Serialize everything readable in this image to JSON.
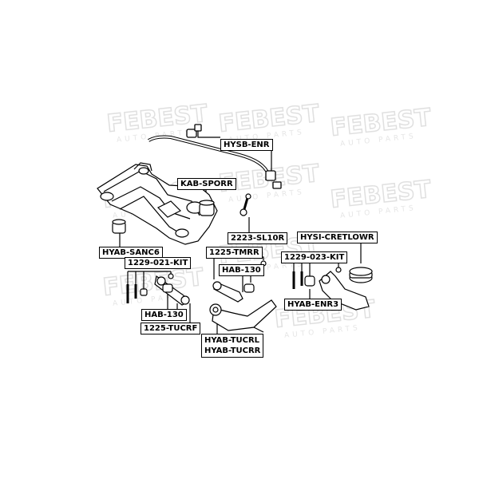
{
  "watermark": {
    "brand": "FEBEST",
    "tagline": "AUTO PARTS"
  },
  "labels": {
    "hysb_enr": "HYSB-ENR",
    "kab_sporr": "KAB-SPORR",
    "sl10r": "2223-SL10R",
    "hysi_cretlowr": "HYSI-CRETLOWR",
    "hyab_sanc6": "HYAB-SANC6",
    "kit_021": "1229-021-KIT",
    "tmrr": "1225-TMRR",
    "hab130_center": "HAB-130",
    "kit_023": "1229-023-KIT",
    "hab130_left": "HAB-130",
    "tucrf": "1225-TUCRF",
    "hyab_enr3": "HYAB-ENR3",
    "hyab_tucrl": "HYAB-TUCRL",
    "hyab_tucrr": "HYAB-TUCRR"
  },
  "colors": {
    "line": "#000000",
    "watermark": "#e4e4e4",
    "part_fill": "#ffffff"
  }
}
